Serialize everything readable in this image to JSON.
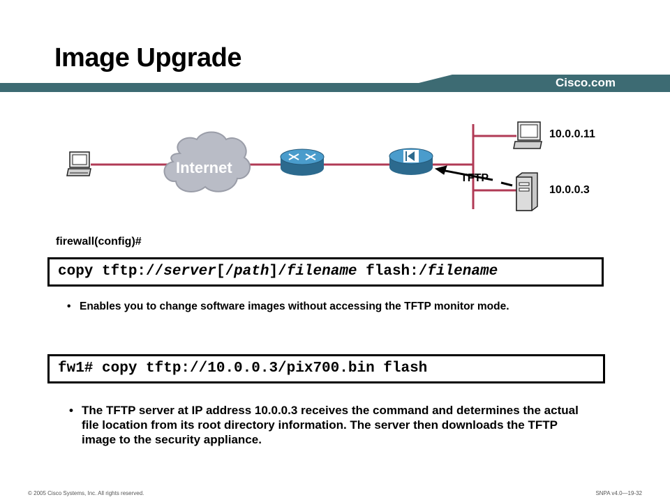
{
  "slide": {
    "title": "Image Upgrade",
    "brand": "Cisco.com",
    "colors": {
      "header_bar": "#3d6b73",
      "link_line": "#b03a55",
      "cloud": "#b9bcc6",
      "router": "#3f8fb8"
    }
  },
  "diagram": {
    "cloud_label": "Internet",
    "tftp_label": "TFTP",
    "host_ip": "10.0.0.11",
    "server_ip": "10.0.0.3",
    "icons": [
      "pc-icon",
      "cloud-icon",
      "router-icon",
      "firewall-icon",
      "workstation-icon",
      "server-icon"
    ]
  },
  "content": {
    "prompt": "firewall(config)#",
    "cmd1": {
      "p1": "copy tftp://",
      "server": "server",
      "p2": "[/",
      "path": "path",
      "p3": "]/",
      "filename": "filename",
      "p4": " flash:/",
      "filename2": "filename"
    },
    "bullet1": "Enables you to change software images without accessing the TFTP monitor mode.",
    "cmd2": "fw1# copy tftp://10.0.0.3/pix700.bin flash",
    "bullet2": "The TFTP server at IP address 10.0.0.3 receives the command and determines the actual file location from its root directory information. The server then downloads the TFTP image to the security appliance.",
    "bullet_char": "•"
  },
  "footer": {
    "copyright": "© 2005 Cisco Systems, Inc. All rights reserved.",
    "course": "SNPA v4.0—19-32"
  }
}
